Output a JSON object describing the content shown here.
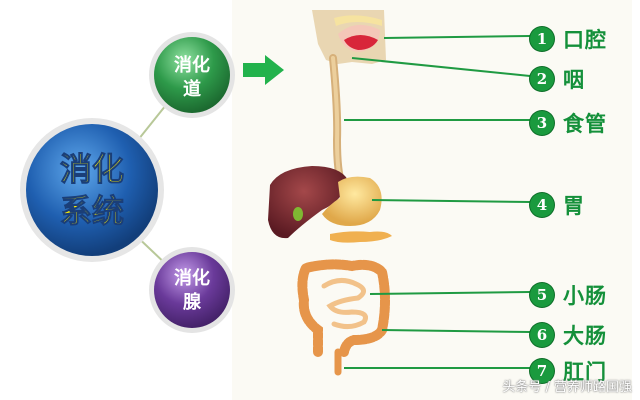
{
  "diagram": {
    "center_node": {
      "label_line1": "消化",
      "label_line2": "系统"
    },
    "branch_top": {
      "label_line1": "消化",
      "label_line2": "道"
    },
    "branch_bottom": {
      "label_line1": "消化",
      "label_line2": "腺"
    },
    "organs": [
      {
        "number": "1",
        "name": "口腔"
      },
      {
        "number": "2",
        "name": "咽"
      },
      {
        "number": "3",
        "name": "食管"
      },
      {
        "number": "4",
        "name": "胃"
      },
      {
        "number": "5",
        "name": "小肠"
      },
      {
        "number": "6",
        "name": "大肠"
      },
      {
        "number": "7",
        "name": "肛门"
      }
    ]
  },
  "watermark": "头条号 / 营养师路国强",
  "colors": {
    "accent_green": "#1a9a3e",
    "center_blue": "#1f5fb0",
    "center_text_yellow": "#fff200",
    "branch_green": "#2e9a4a",
    "branch_purple": "#6a3a9a",
    "arrow_green": "#22b24c"
  }
}
